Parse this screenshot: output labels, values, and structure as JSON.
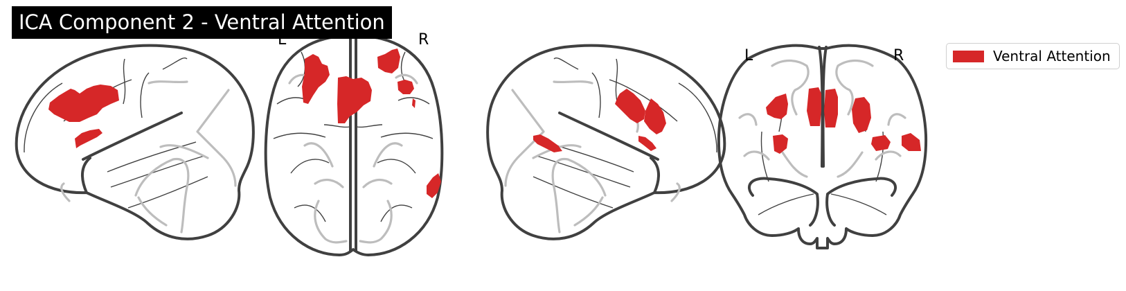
{
  "title": "ICA Component 2 - Ventral Attention",
  "views": {
    "axial": {
      "left_label": "L",
      "right_label": "R"
    },
    "coronal": {
      "left_label": "L",
      "right_label": "R"
    }
  },
  "legend": {
    "label": "Ventral Attention",
    "color": "#d62728"
  },
  "colors": {
    "outline": "#404040",
    "ghost_lines": "#bdbdbd",
    "activation": "#d62728",
    "title_bg": "#000000",
    "title_text": "#ffffff"
  }
}
